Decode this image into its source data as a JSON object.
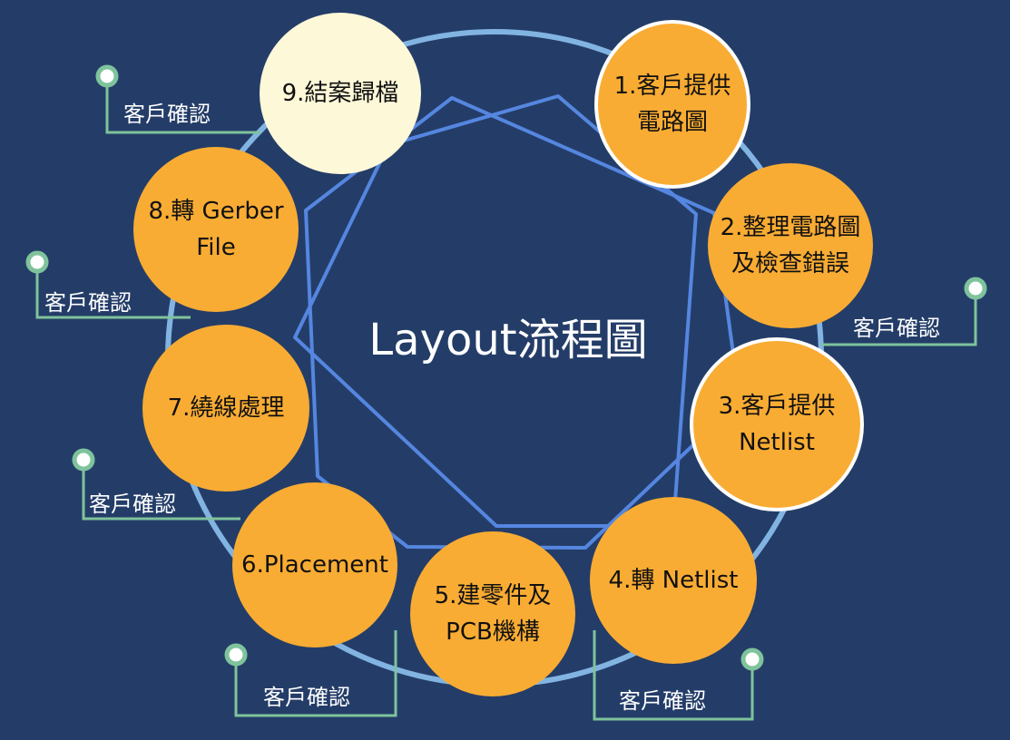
{
  "diagram": {
    "title": "Layout流程圖",
    "steps": [
      {
        "label": "1.客戶提供\n電路圖"
      },
      {
        "label": "2.整理電路圖\n及檢查錯誤"
      },
      {
        "label": "3.客戶提供\nNetlist"
      },
      {
        "label": "4.轉 Netlist"
      },
      {
        "label": "5.建零件及\nPCB機構"
      },
      {
        "label": "6.Placement"
      },
      {
        "label": "7.繞線處理"
      },
      {
        "label": "8.轉 Gerber\nFile"
      },
      {
        "label": "9.結案歸檔"
      }
    ],
    "confirmations": [
      {
        "label": "客戶確認"
      },
      {
        "label": "客戶確認"
      },
      {
        "label": "客戶確認"
      },
      {
        "label": "客戶確認"
      },
      {
        "label": "客戶確認"
      },
      {
        "label": "客戶確認"
      }
    ],
    "colors": {
      "background": "#243d68",
      "circle_fill": "#f9ac33",
      "final_fill": "#fdf8d8",
      "ring": "#82b4e2",
      "star": "#5586e0",
      "connector": "#7fc39c"
    }
  }
}
